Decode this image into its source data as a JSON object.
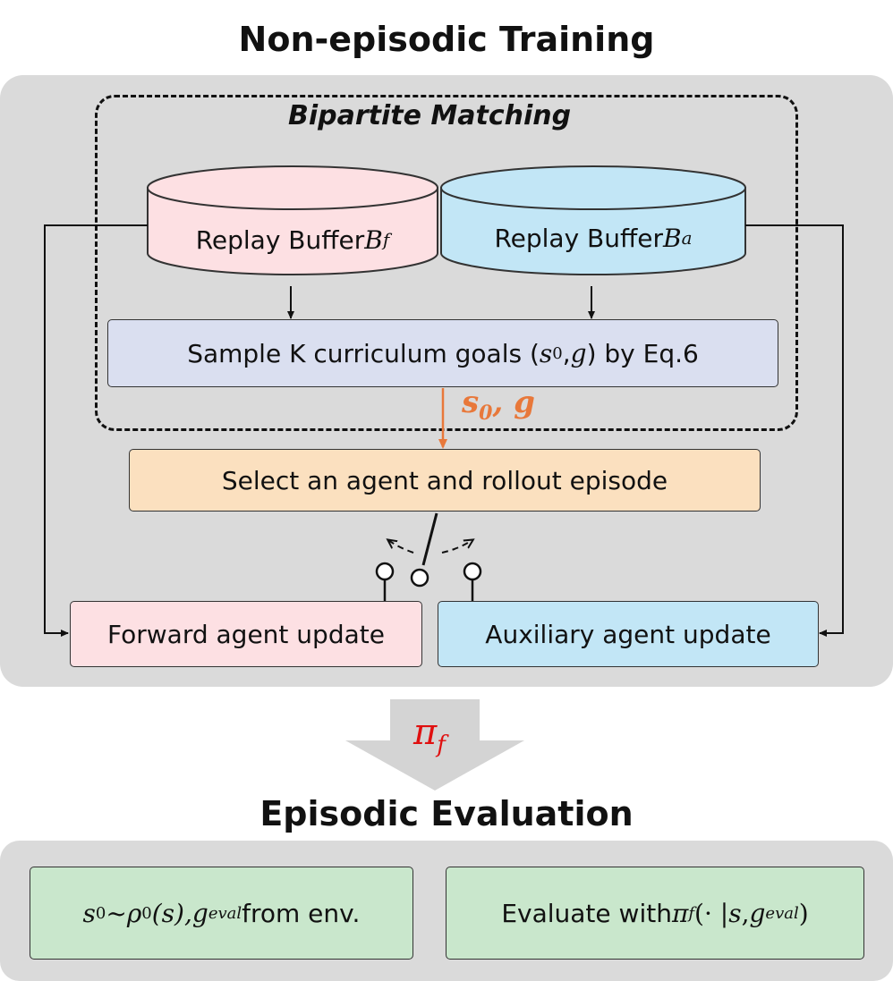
{
  "training": {
    "title": "Non-episodic Training",
    "matching_label": "Bipartite Matching",
    "buffer_forward": {
      "text": "Replay Buffer ",
      "sym": "B",
      "sub": "f",
      "color": "#fde0e3"
    },
    "buffer_auxiliary": {
      "text": "Replay Buffer ",
      "sym": "B",
      "sub": "a",
      "color": "#c2e6f6"
    },
    "sample_box": {
      "pre": "Sample K curriculum goals (",
      "s": "s",
      "s_sub": "0",
      "mid": ", ",
      "g": "g",
      "post": ") by Eq.6",
      "color": "#dadff0"
    },
    "edge_label": {
      "s": "s",
      "sub": "0",
      "comma": ", ",
      "g": "g",
      "color": "#e8783a"
    },
    "select_box": {
      "text": "Select an agent and rollout episode",
      "color": "#fbe0bf"
    },
    "forward_update": {
      "text": "Forward agent update",
      "color": "#fde0e3"
    },
    "auxiliary_update": {
      "text": "Auxiliary agent update",
      "color": "#c2e6f6"
    }
  },
  "transfer": {
    "sym": "π",
    "sub": "f",
    "color": "#e01010"
  },
  "evaluation": {
    "title": "Episodic Evaluation",
    "env_box": {
      "s": "s",
      "s_sub": "0",
      "tilde": "~",
      "rho": "ρ",
      "rho_sub": "0",
      "arg": "(s), ",
      "g": "g",
      "g_sub": "eval",
      "post": " from env.",
      "color": "#c9e7cc"
    },
    "eval_box": {
      "pre": "Evaluate with ",
      "pi": "π",
      "pi_sub": "f",
      "arg_open": "(· |",
      "s": "s",
      "comma": ", ",
      "g": "g",
      "g_sub": "eval",
      "close": ")",
      "color": "#c9e7cc"
    }
  }
}
